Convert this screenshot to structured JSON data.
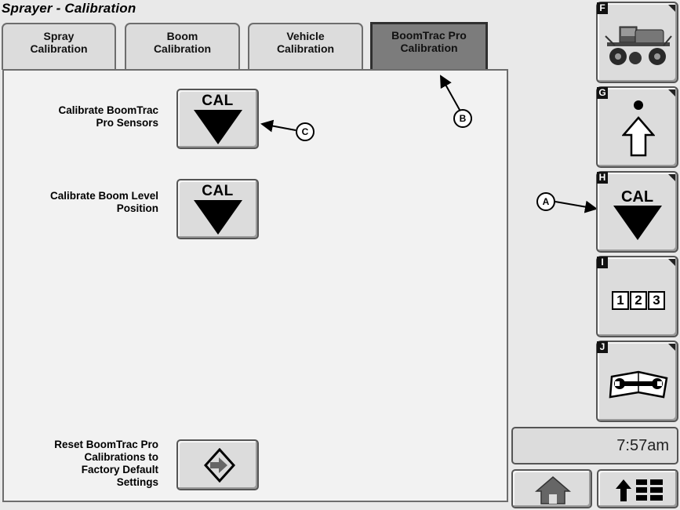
{
  "app": {
    "title": "Sprayer - Calibration"
  },
  "tabs": [
    {
      "line1": "Spray",
      "line2": "Calibration",
      "active": false
    },
    {
      "line1": "Boom",
      "line2": "Calibration",
      "active": false
    },
    {
      "line1": "Vehicle",
      "line2": "Calibration",
      "active": false
    },
    {
      "line1": "BoomTrac Pro",
      "line2": "Calibration",
      "active": true
    }
  ],
  "main": {
    "sensors": {
      "line1": "Calibrate BoomTrac",
      "line2": "Pro Sensors",
      "button": "CAL"
    },
    "level": {
      "line1": "Calibrate Boom Level",
      "line2": "Position",
      "button": "CAL"
    },
    "reset": {
      "line1": "Reset BoomTrac Pro",
      "line2": "Calibrations to",
      "line3": "Factory Default",
      "line4": "Settings"
    }
  },
  "callouts": {
    "a": "A",
    "b": "B",
    "c": "C"
  },
  "side_buttons": [
    {
      "letter": "F",
      "icon": "sprayer-vehicle-icon"
    },
    {
      "letter": "G",
      "icon": "up-arrow-dot-icon"
    },
    {
      "letter": "H",
      "icon": "cal-icon",
      "text": "CAL"
    },
    {
      "letter": "I",
      "icon": "numeric-keypad-icon",
      "digits": [
        "1",
        "2",
        "3"
      ]
    },
    {
      "letter": "J",
      "icon": "wrench-book-icon"
    }
  ],
  "status": {
    "time": "7:57am"
  },
  "bottom_buttons": [
    {
      "icon": "home-icon"
    },
    {
      "icon": "menu-up-icon"
    }
  ],
  "colors": {
    "background": "#e9e9e9",
    "active_tab": "#7c7c7c",
    "button": "#dcdcdc",
    "panel": "#f2f2f2"
  }
}
